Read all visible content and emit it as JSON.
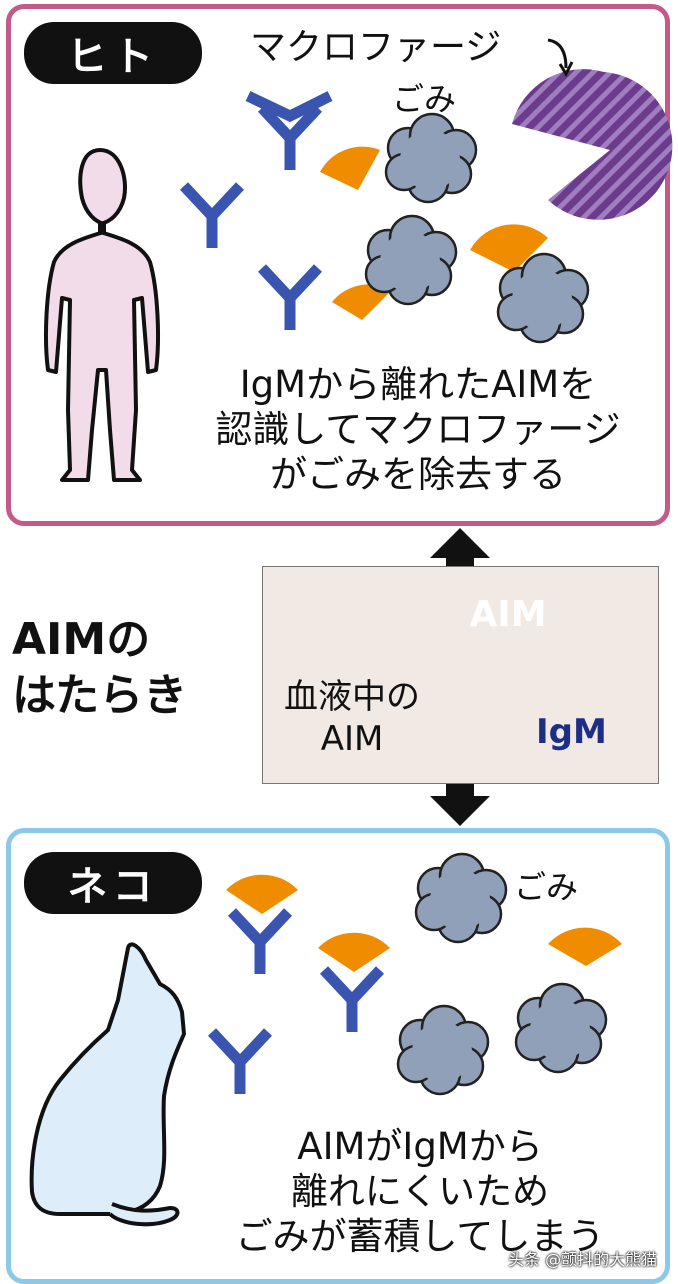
{
  "human_panel": {
    "tag": "ヒト",
    "macrophage_label": "マクロファージ",
    "trash_label": "ごみ",
    "caption_lines": [
      "IgMから離れたAIMを",
      "認識してマクロファージ",
      "がごみを除去する"
    ]
  },
  "center": {
    "title_lines": [
      "AIMの",
      "はたらき"
    ],
    "blood_lines": [
      "血液中の",
      "AIM"
    ],
    "aim_label": "AIM",
    "igm_label": "IgM"
  },
  "cat_panel": {
    "tag": "ネコ",
    "trash_label": "ごみ",
    "caption_lines": [
      "AIMがIgMから",
      "離れにくいため",
      "ごみが蓄積してしまう"
    ]
  },
  "watermark": "头条 @颤抖的大熊猫",
  "colors": {
    "human_border": "#c45a8a",
    "cat_border": "#8cc8e8",
    "antibody_blue": "#3a55b0",
    "aim_orange": "#f08c00",
    "trash_gray": "#8fa0b8",
    "macrophage_purple": "#6b3c8c",
    "human_fill": "#f2dcea",
    "cat_fill": "#ddeefa"
  }
}
